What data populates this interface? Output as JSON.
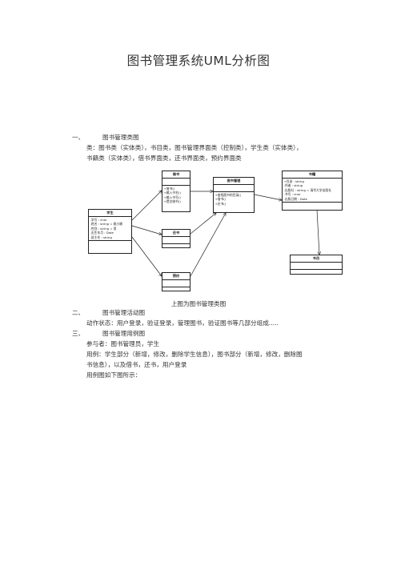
{
  "page_title": "图书管理系统UML分析图",
  "sections": [
    {
      "num": "一、",
      "heading": "图书管理类图"
    },
    {
      "num": "二、",
      "heading": "图书管理活动图"
    },
    {
      "num": "三、",
      "heading": "图书管理用例图"
    }
  ],
  "section1_text": [
    "类：图书类（实体类），书目类，图书管理界面类（控制类），学生类（实体类），",
    "书籍类（实体类），借书界面类，还书界面类，预约界面类"
  ],
  "diagram_caption": "上图为图书管理类图",
  "section2_text": "动作状态：用户登录，验证登录，管理图书，验证图书等几部分组成.....",
  "section3_text": [
    "参与者：图书管理员，学生",
    "用例：学生部分（新增，修改，删除学生信息），图书部分（新增，修改，删除图",
    "书信息），以及借书，还书，用户登录",
    "用例图如下图所示："
  ],
  "uml": {
    "student": {
      "name": "学生",
      "attributes": [
        "-学号 : char",
        "-姓名 : string = 姚小娜",
        "-性别 : string = 男",
        "-出生年月 : Date",
        "-班主任 : string"
      ],
      "operations": []
    },
    "borrow": {
      "name": "借书",
      "attributes": [],
      "operations": [
        "+借书()",
        "+输入书名()",
        "+输入书号()",
        "+提交借书()"
      ]
    },
    "return_ui": {
      "name": "还书",
      "attributes": [],
      "operations": []
    },
    "reserve": {
      "name": "预约",
      "attributes": [],
      "operations": []
    },
    "manager": {
      "name": "图书管理",
      "attributes": [],
      "operations": [
        "+查找图书的目录()",
        "+借书()",
        "+还书()"
      ]
    },
    "book": {
      "name": "书籍",
      "attributes": [
        "+目录 : string",
        "-作者 : string",
        "-出版社 : string = 清华大学出版社",
        "-书号 : char",
        "-出版日期 : Date"
      ],
      "operations": []
    },
    "catalog": {
      "name": "书目",
      "attributes": [],
      "operations": []
    }
  }
}
